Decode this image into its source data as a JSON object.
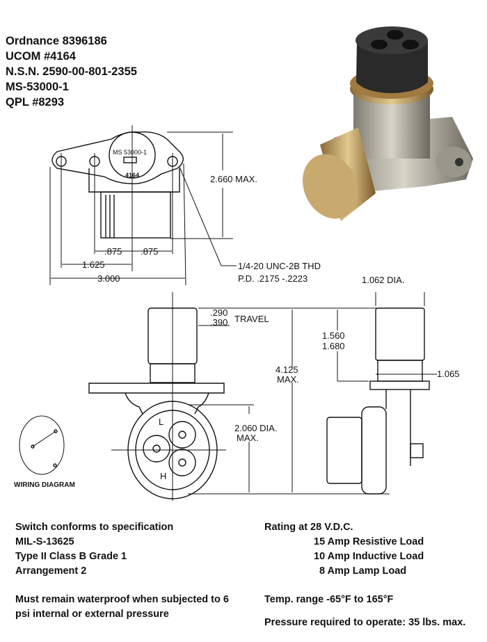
{
  "header": {
    "lines": [
      "Ordnance 8396186",
      "UCOM #4164",
      "N.S.N. 2590-00-801-2355",
      "MS-53000-1",
      "QPL #8293"
    ]
  },
  "drawing": {
    "top_view": {
      "plate_text": "MS 53000-1",
      "part_number": "4164",
      "height": "2.660 MAX.",
      "spacing_left": ".875",
      "spacing_right": ".875",
      "offset": "1.625",
      "width": "3.000",
      "thread_line1": "1/4-20 UNC-2B THD",
      "thread_line2": "P.D. .2175 -.2223"
    },
    "front_view": {
      "travel_min": ".290",
      "travel_max": ".390",
      "travel_label": "TRAVEL",
      "height": "4.125",
      "height_note": "MAX.",
      "dia": "2.060 DIA.",
      "dia_note": "MAX.",
      "terminal_l": "L",
      "terminal_h": "H"
    },
    "side_view": {
      "dia": "1.062 DIA.",
      "len_min": "1.560",
      "len_max": "1.680",
      "width": "1.065"
    },
    "wiring_label": "WIRING DIAGRAM"
  },
  "specs": {
    "left": [
      "Switch conforms to specification",
      "MIL-S-13625",
      "Type II Class B Grade 1",
      "Arrangement 2"
    ],
    "waterproof": [
      "Must remain waterproof when subjected to 6",
      "psi internal or external pressure"
    ],
    "rating_title": "Rating at 28 V.D.C.",
    "ratings": [
      "15 Amp Resistive Load",
      "10 Amp Inductive Load",
      "8 Amp Lamp Load"
    ],
    "temp": "Temp. range -65°F to 165°F",
    "pressure": "Pressure required to operate: 35 lbs. max."
  }
}
